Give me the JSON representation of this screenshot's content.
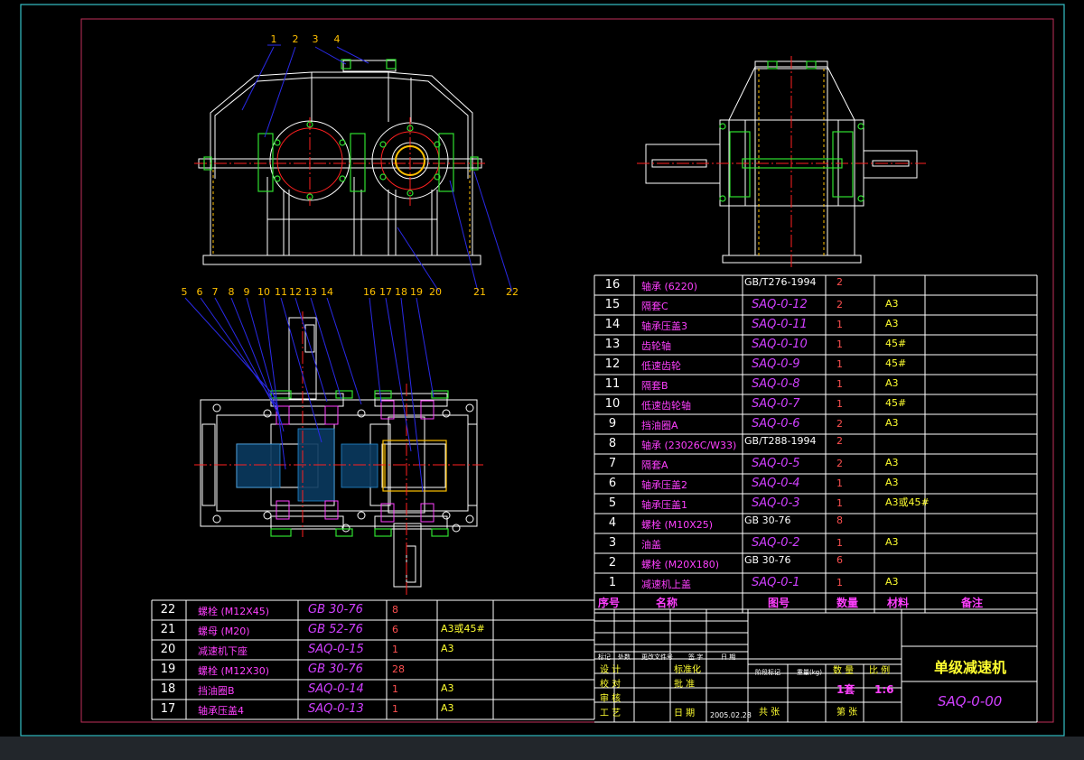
{
  "colors": {
    "background": "#000000",
    "frame_outer": "#35c0c8",
    "frame_inner": "#c0305a",
    "geometry": "#ffffff",
    "leader": "#2a2ae8",
    "balloon": "#ffc000",
    "part_name": "#ff40ff",
    "part_code": "#d040ff",
    "quantity": "#ff5050",
    "material": "#ffff30",
    "bolts": "#30e030",
    "centerline": "#ff2020",
    "bearing": "#ff40ff",
    "statusbar": "#22262b"
  },
  "front_view_balloons": [
    "1",
    "2",
    "3",
    "4"
  ],
  "front_view_lower_balloons": [
    "20",
    "21",
    "22"
  ],
  "section_view_balloons": [
    "5",
    "6",
    "7",
    "8",
    "9",
    "10",
    "11",
    "12",
    "13",
    "14",
    "16",
    "17",
    "18",
    "19"
  ],
  "bom_upper": {
    "rows": [
      {
        "no": "16",
        "name": "轴承 (6220)",
        "code": "GB/T276-1994",
        "qty": "2",
        "material": ""
      },
      {
        "no": "15",
        "name": "隔套C",
        "code": "SAQ-0-12",
        "qty": "2",
        "material": "A3"
      },
      {
        "no": "14",
        "name": "轴承压盖3",
        "code": "SAQ-0-11",
        "qty": "1",
        "material": "A3"
      },
      {
        "no": "13",
        "name": "齿轮轴",
        "code": "SAQ-0-10",
        "qty": "1",
        "material": "45#"
      },
      {
        "no": "12",
        "name": "低速齿轮",
        "code": "SAQ-0-9",
        "qty": "1",
        "material": "45#"
      },
      {
        "no": "11",
        "name": "隔套B",
        "code": "SAQ-0-8",
        "qty": "1",
        "material": "A3"
      },
      {
        "no": "10",
        "name": "低速齿轮轴",
        "code": "SAQ-0-7",
        "qty": "1",
        "material": "45#"
      },
      {
        "no": "9",
        "name": "挡油圈A",
        "code": "SAQ-0-6",
        "qty": "2",
        "material": "A3"
      },
      {
        "no": "8",
        "name": "轴承 (23026C/W33)",
        "code": "GB/T288-1994",
        "qty": "2",
        "material": ""
      },
      {
        "no": "7",
        "name": "隔套A",
        "code": "SAQ-0-5",
        "qty": "2",
        "material": "A3"
      },
      {
        "no": "6",
        "name": "轴承压盖2",
        "code": "SAQ-0-4",
        "qty": "1",
        "material": "A3"
      },
      {
        "no": "5",
        "name": "轴承压盖1",
        "code": "SAQ-0-3",
        "qty": "1",
        "material": "A3或45#"
      },
      {
        "no": "4",
        "name": "螺栓 (M10X25)",
        "code": "GB 30-76",
        "qty": "8",
        "material": ""
      },
      {
        "no": "3",
        "name": "油盖",
        "code": "SAQ-0-2",
        "qty": "1",
        "material": "A3"
      },
      {
        "no": "2",
        "name": "螺栓 (M20X180)",
        "code": "GB 30-76",
        "qty": "6",
        "material": ""
      },
      {
        "no": "1",
        "name": "减速机上盖",
        "code": "SAQ-0-1",
        "qty": "1",
        "material": "A3"
      }
    ],
    "header": {
      "no": "序号",
      "name": "名称",
      "code": "图号",
      "qty": "数量",
      "material": "材料",
      "note": "备注"
    }
  },
  "bom_lower": {
    "rows": [
      {
        "no": "22",
        "name": "螺栓 (M12X45)",
        "code": "GB 30-76",
        "qty": "8",
        "material": ""
      },
      {
        "no": "21",
        "name": "螺母 (M20)",
        "code": "GB 52-76",
        "qty": "6",
        "material": "A3或45#"
      },
      {
        "no": "20",
        "name": "减速机下座",
        "code": "SAQ-0-15",
        "qty": "1",
        "material": "A3"
      },
      {
        "no": "19",
        "name": "螺栓 (M12X30)",
        "code": "GB 30-76",
        "qty": "28",
        "material": ""
      },
      {
        "no": "18",
        "name": "挡油圈B",
        "code": "SAQ-0-14",
        "qty": "1",
        "material": "A3"
      },
      {
        "no": "17",
        "name": "轴承压盖4",
        "code": "SAQ-0-13",
        "qty": "1",
        "material": "A3"
      }
    ]
  },
  "title_block": {
    "change_row": [
      "标记",
      "处数",
      "更改文件号",
      "签 字",
      "日 期"
    ],
    "left_rows": [
      {
        "label": "设 计",
        "mid": "标准化"
      },
      {
        "label": "校 对",
        "mid": "批 准"
      },
      {
        "label": "审 核",
        "mid": ""
      },
      {
        "label": "工 艺",
        "mid": "日 期"
      }
    ],
    "date": "2005.02.28",
    "stage_label": "阶段标记",
    "weight_label": "重量(kg)",
    "qty_label": "数 量",
    "scale_label": "比 例",
    "qty_value": "1套",
    "scale_value": "1:6",
    "sheets_total": "共   张",
    "sheet_no": "第   张",
    "drawing_title": "单级减速机",
    "drawing_code": "SAQ-0-00"
  }
}
